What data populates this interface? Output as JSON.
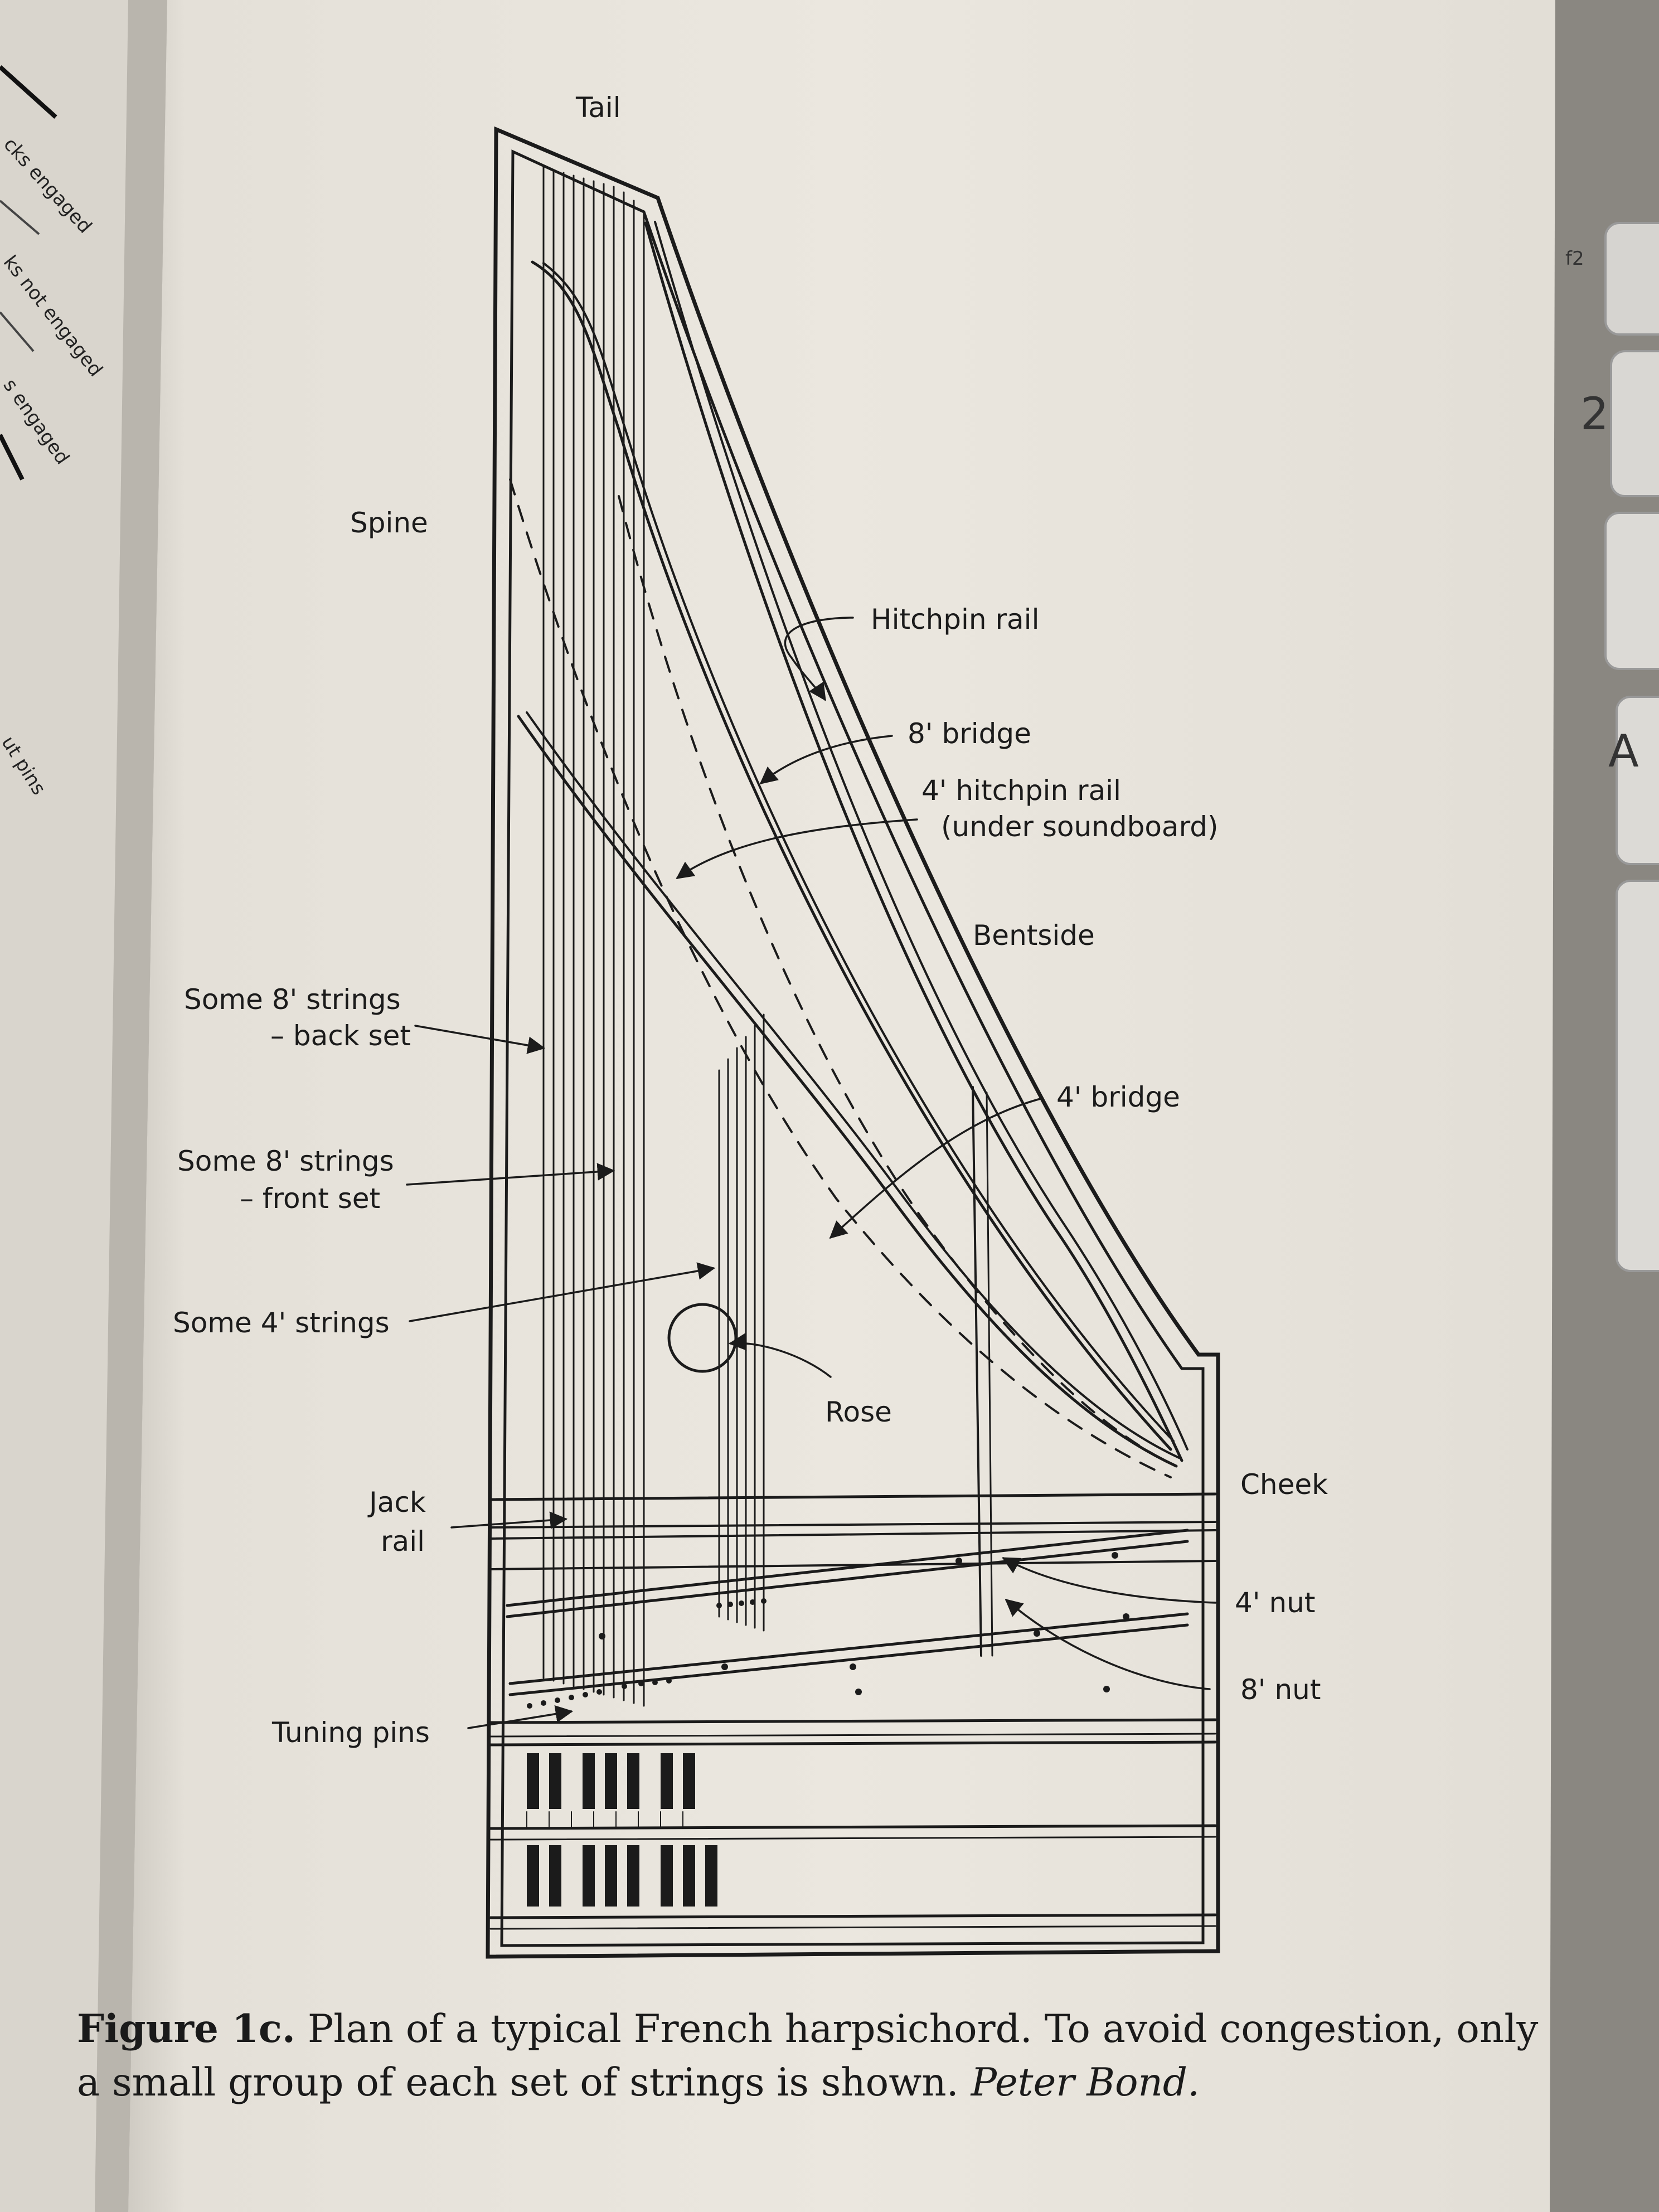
{
  "diagram": {
    "labels": {
      "tail": "Tail",
      "spine": "Spine",
      "hitchpin_rail": "Hitchpin rail",
      "bridge_8": "8' bridge",
      "hitchpin_rail_4_line1": "4' hitchpin rail",
      "hitchpin_rail_4_line2": "(under soundboard)",
      "bentside": "Bentside",
      "strings_8_back_line1": "Some 8' strings",
      "strings_8_back_line2": "– back set",
      "bridge_4": "4' bridge",
      "strings_8_front_line1": "Some 8' strings",
      "strings_8_front_line2": "– front set",
      "strings_4": "Some 4' strings",
      "rose": "Rose",
      "cheek": "Cheek",
      "jack_rail_line1": "Jack",
      "jack_rail_line2": "rail",
      "nut_4": "4' nut",
      "nut_8": "8' nut",
      "tuning_pins": "Tuning pins"
    }
  },
  "caption": {
    "figure_label": "Figure 1c.",
    "text": "Plan of a typical French harpsichord. To avoid congestion, only a small group of each set of strings is shown.",
    "credit": "Peter Bond."
  },
  "left_page_fragments": [
    "cks engaged",
    "ks not engaged",
    "s engaged",
    "ut pins"
  ],
  "keyboard_fragments": [
    "f2",
    "2",
    "A"
  ],
  "colors": {
    "page": "#ebe7df",
    "ink": "#1b1b1b",
    "left_page": "#d9d5cd",
    "background": "#7d7a74"
  }
}
